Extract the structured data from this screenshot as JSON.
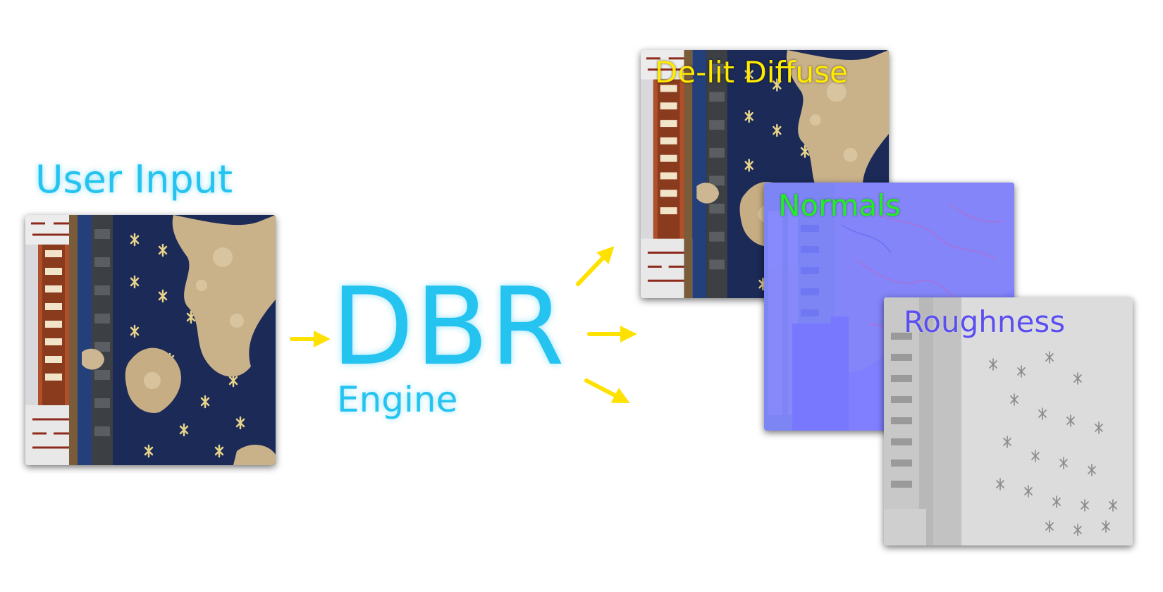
{
  "input": {
    "label": "User Input"
  },
  "engine": {
    "title": "DBR",
    "subtitle": "Engine"
  },
  "outputs": [
    {
      "label": "De-lit Diffuse",
      "color": "#ffea00"
    },
    {
      "label": "Normals",
      "color": "#22ee22"
    },
    {
      "label": "Roughness",
      "color": "#5b4ff0"
    }
  ],
  "colors": {
    "accent": "#24c3f0",
    "arrow": "#ffe100",
    "normal_map": "#8080ff",
    "roughness_map": "#d9d9d9"
  }
}
